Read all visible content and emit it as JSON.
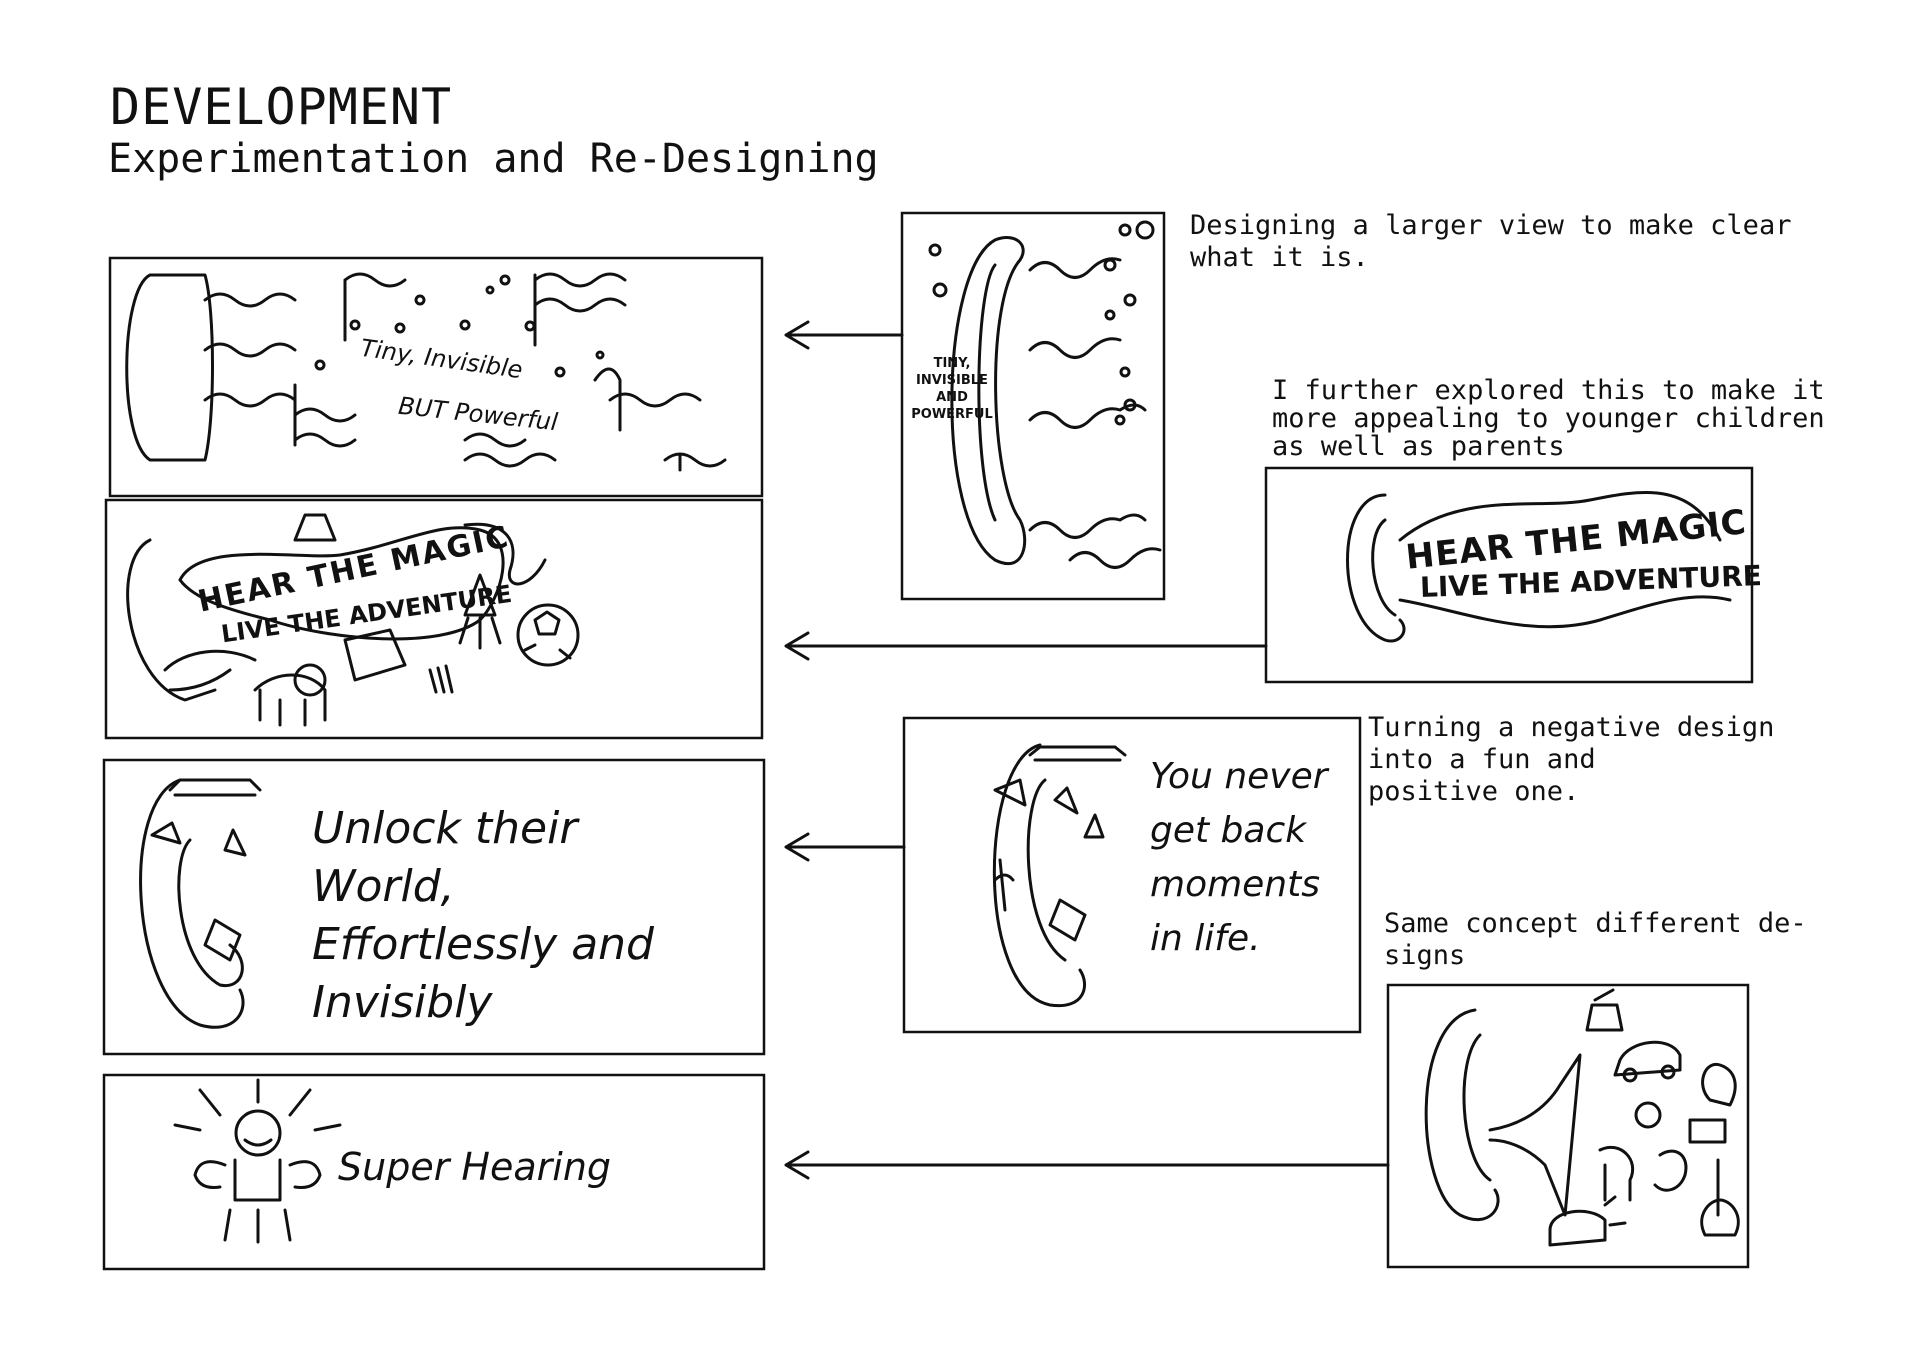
{
  "header": {
    "title": "DEVELOPMENT",
    "subtitle": "Experimentation and Re-Designing"
  },
  "notes": {
    "larger_view": "Designing a larger view to make clear\nwhat it is.",
    "explored": "I further explored this to make it\nmore appealing to younger children\nas well as parents",
    "negative": "Turning a negative design\ninto a fun and\npositive one.",
    "same_concept": "Same concept different de-\nsigns"
  },
  "sketches": {
    "left1": {
      "line1": "Tiny, Invisible",
      "line2": "BUT Powerful"
    },
    "left2": {
      "line1": "HEAR THE MAGIC",
      "line2": "LIVE THE ADVENTURE"
    },
    "left3": {
      "text": "Unlock their\nWorld,\nEffortlessly and\nInvisibly"
    },
    "left4": {
      "text": "Super Hearing"
    },
    "right1": {
      "text": "TINY,\nINVISIBLE\nAND\nPOWERFUL"
    },
    "right2": {
      "line1": "HEAR THE MAGIC",
      "line2": "LIVE THE ADVENTURE"
    },
    "right3": {
      "text": "You never\nget back\nmoments\nin life."
    }
  }
}
